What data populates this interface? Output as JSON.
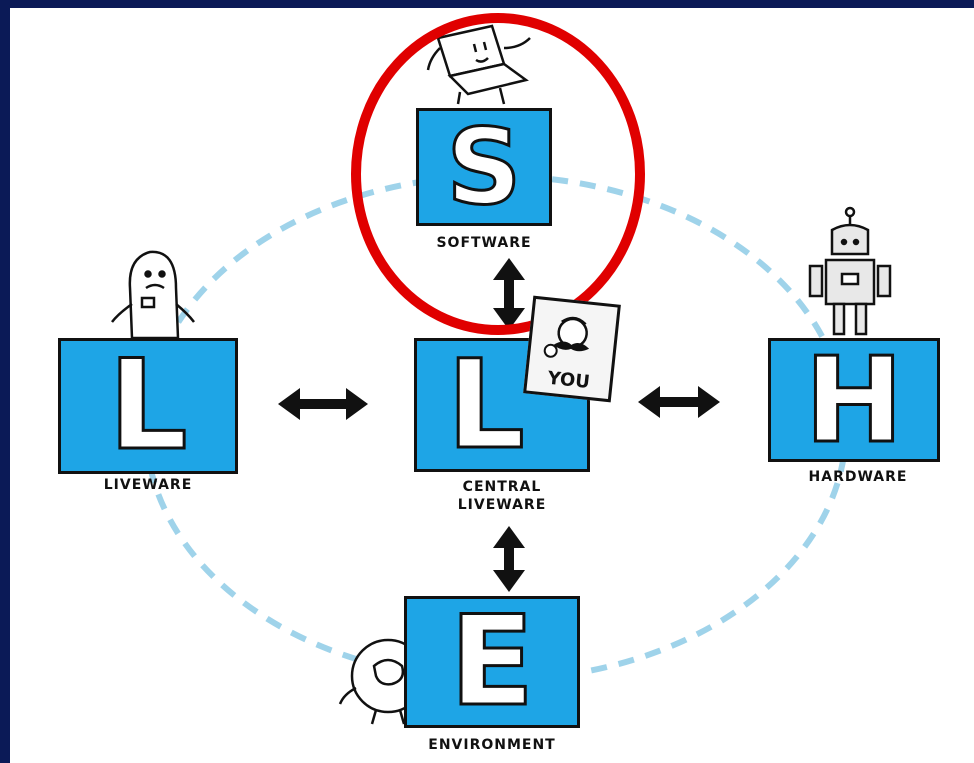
{
  "nodes": {
    "software": {
      "letter": "S",
      "label": "SOFTWARE"
    },
    "liveware": {
      "letter": "L",
      "label": "LIVEWARE"
    },
    "central": {
      "letter": "L",
      "label_line1": "CENTRAL",
      "label_line2": "LIVEWARE"
    },
    "hardware": {
      "letter": "H",
      "label": "HARDWARE"
    },
    "environment": {
      "letter": "E",
      "label": "ENVIRONMENT"
    }
  },
  "you_sign": {
    "text": "YOU"
  },
  "colors": {
    "frame": "#0b1a57",
    "box": "#1ea5e6",
    "dashed_ring": "#9fd3ea",
    "highlight": "#e00000",
    "arrow": "#111111"
  },
  "icons": [
    "laptop-character-icon",
    "sad-person-icon",
    "robot-icon",
    "blob-character-icon",
    "mustache-portrait-icon"
  ]
}
